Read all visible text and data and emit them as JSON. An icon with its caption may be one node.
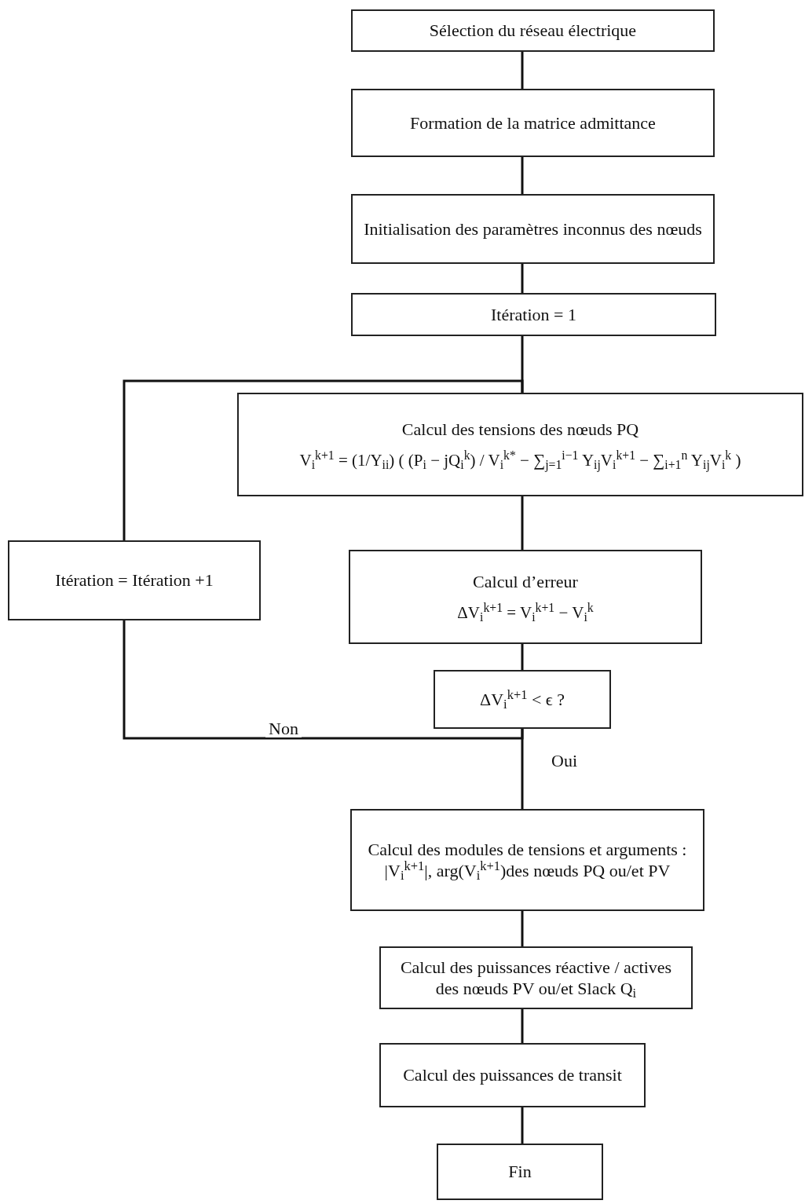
{
  "diagram": {
    "nodes": [
      {
        "text": [
          "Sélection du réseau électrique"
        ]
      },
      {
        "text": [
          "Formation de la matrice admittance"
        ]
      },
      {
        "text": [
          "Initialisation des paramètres inconnus des nœuds"
        ]
      },
      {
        "text": [
          "Itération = 1"
        ]
      },
      {
        "text": [
          "Calcul des tensions des nœuds PQ",
          "V$_{i}$$^{k+1}$ = (1/Y$_{ii}$) ( (P$_{i}$ − jQ$_{i}$$^{k}$) / V$_{i}$$^{k*}$ − ∑$_{j=1}$$^{i−1}$ Y$_{ij}$V$_{i}$$^{k+1}$ − ∑$_{i+1}$$^{n}$ Y$_{ij}$V$_{i}$$^{k}$ )"
        ]
      },
      {
        "text": [
          "Calcul d’erreur",
          "ΔV$_{i}$$^{k+1}$ = V$_{i}$$^{k+1}$ − V$_{i}$$^{k}$"
        ]
      },
      {
        "text": [
          "ΔV$_{i}$$^{k+1}$ < ϵ ?"
        ]
      },
      {
        "text": [
          "Itération = Itération +1"
        ]
      },
      {
        "text": [
          "Calcul des modules de tensions et arguments : |V$_{i}$$^{k+1}$|, arg(V$_{i}$$^{k+1}$)des nœuds PQ ou/et PV"
        ]
      },
      {
        "text": [
          "Calcul des puissances réactive / actives des nœuds PV ou/et Slack Q$_{i}$"
        ]
      },
      {
        "text": [
          "Calcul des puissances de transit"
        ]
      },
      {
        "text": [
          "Fin"
        ]
      }
    ],
    "edges": [
      {
        "from": 0,
        "to": 1,
        "arrow": "none"
      },
      {
        "from": 1,
        "to": 2,
        "arrow": "none"
      },
      {
        "from": 2,
        "to": 3,
        "arrow": "none"
      },
      {
        "from": 3,
        "to": 4,
        "arrow": "none"
      },
      {
        "from": 4,
        "to": 5,
        "arrow": "none"
      },
      {
        "from": 5,
        "to": 6,
        "arrow": "none"
      },
      {
        "from": 6,
        "to": 7,
        "label": "Non",
        "arrow": "none"
      },
      {
        "from": 7,
        "to": 4,
        "arrow": "none"
      },
      {
        "from": 6,
        "to": 8,
        "label": "Oui",
        "arrow": "none"
      },
      {
        "from": 8,
        "to": 9,
        "arrow": "none"
      },
      {
        "from": 9,
        "to": 10,
        "arrow": "none"
      },
      {
        "from": 10,
        "to": 11,
        "arrow": "none"
      }
    ]
  }
}
